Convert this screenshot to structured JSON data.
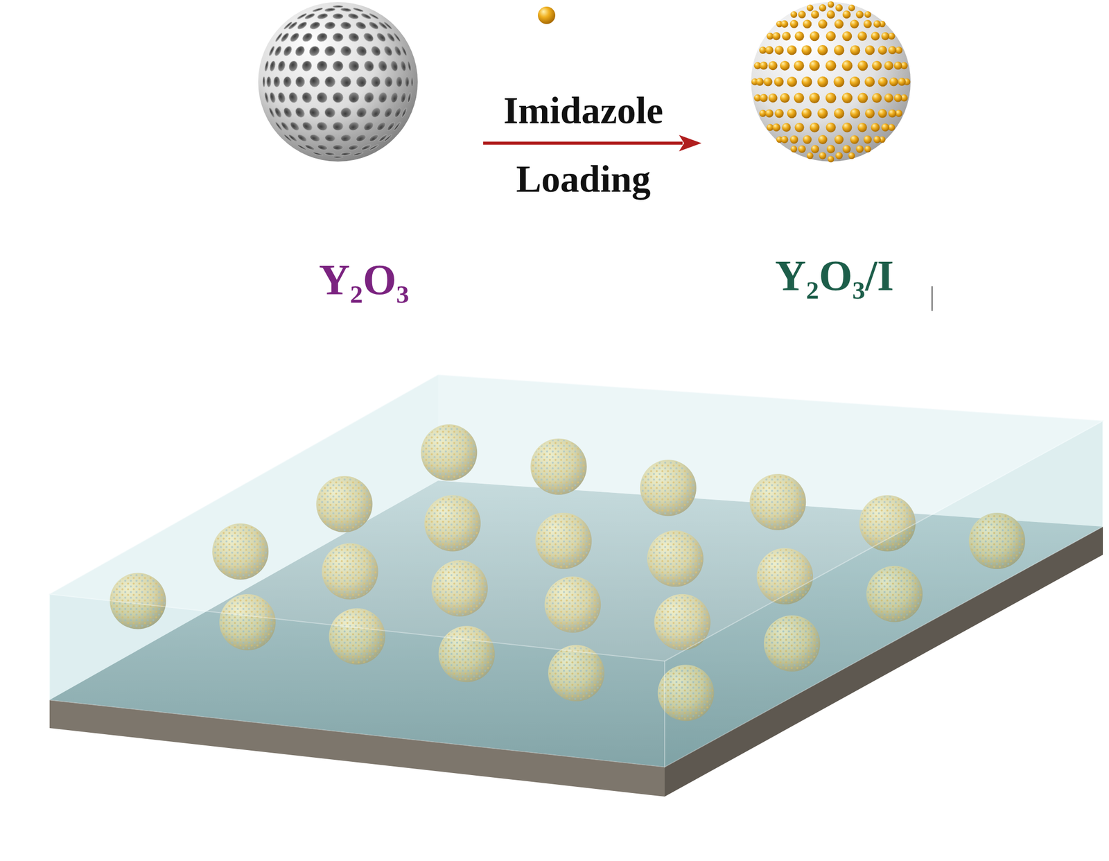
{
  "diagram": {
    "labels": [
      "Y₂O₃",
      "Imidazole",
      "Loading",
      "Y₂O₃/I"
    ]
  }
}
